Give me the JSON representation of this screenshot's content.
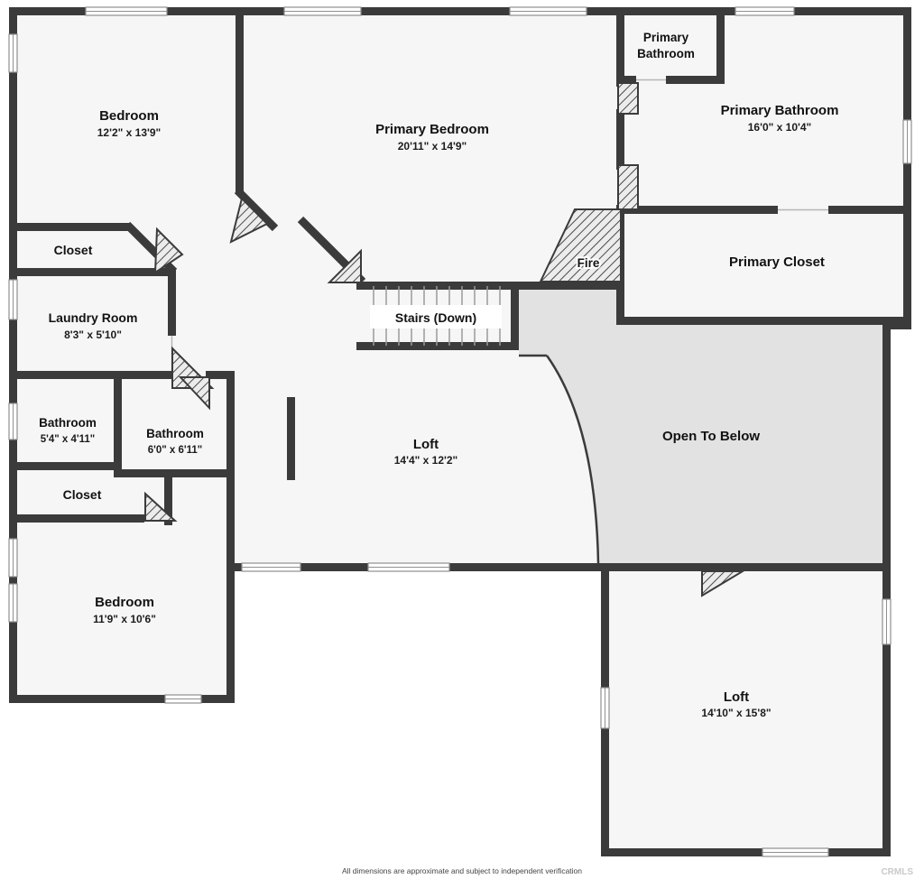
{
  "colors": {
    "wall": "#3b3b3b",
    "room_fill": "#f6f6f6",
    "open_to_below_fill": "#e2e2e2",
    "background": "#ffffff"
  },
  "rooms": {
    "bedroom_tl": {
      "name": "Bedroom",
      "dims": "12'2\" x 13'9\""
    },
    "primary_bedroom": {
      "name": "Primary Bedroom",
      "dims": "20'11\" x 14'9\""
    },
    "primary_bath_small": {
      "line1": "Primary",
      "line2": "Bathroom"
    },
    "primary_bath": {
      "name": "Primary Bathroom",
      "dims": "16'0\" x 10'4\""
    },
    "primary_closet": {
      "name": "Primary Closet"
    },
    "fireplace": {
      "name": "Fire"
    },
    "stairs": {
      "name": "Stairs (Down)"
    },
    "closet_upper": {
      "name": "Closet"
    },
    "laundry": {
      "name": "Laundry Room",
      "dims": "8'3\" x 5'10\""
    },
    "bathroom_left": {
      "name": "Bathroom",
      "dims": "5'4\" x 4'11\""
    },
    "bathroom_mid": {
      "name": "Bathroom",
      "dims": "6'0\" x 6'11\""
    },
    "closet_lower": {
      "name": "Closet"
    },
    "bedroom_bl": {
      "name": "Bedroom",
      "dims": "11'9\" x 10'6\""
    },
    "loft_center": {
      "name": "Loft",
      "dims": "14'4\" x 12'2\""
    },
    "open_to_below": {
      "name": "Open To Below"
    },
    "loft_br": {
      "name": "Loft",
      "dims": "14'10\" x 15'8\""
    }
  },
  "footer": {
    "disclaimer": "All dimensions are approximate and subject to independent verification",
    "watermark": "CRMLS"
  }
}
